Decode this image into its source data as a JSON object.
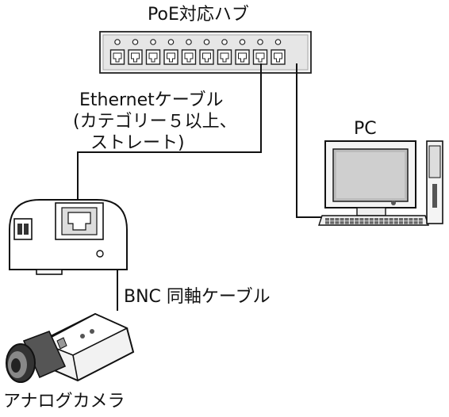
{
  "labels": {
    "hub": "PoE対応ハブ",
    "ethernet_line1": "Ethernetケーブル",
    "ethernet_line2": "(カテゴリー５以上、",
    "ethernet_line3": "ストレート)",
    "pc": "PC",
    "bnc": "BNC 同軸ケーブル",
    "camera": "アナログカメラ"
  },
  "hub": {
    "port_count": 10
  }
}
